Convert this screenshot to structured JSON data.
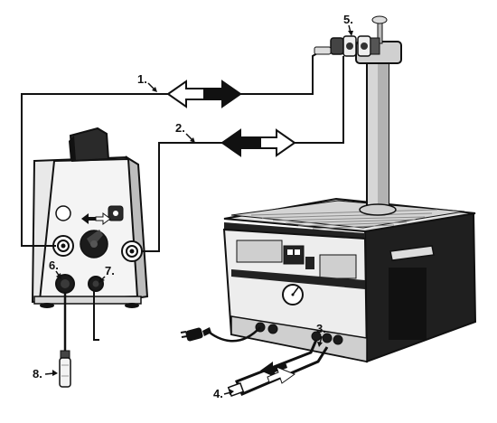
{
  "labels": {
    "l1": "1.",
    "l2": "2.",
    "l3": "3.",
    "l4": "4.",
    "l5": "5.",
    "l6": "6.",
    "l7": "7.",
    "l8": "8."
  },
  "colors": {
    "outline": "#111111",
    "light_gray": "#e6e6e6",
    "mid_gray": "#cfcfcf",
    "dark": "#1b1b1b",
    "white": "#ffffff"
  }
}
